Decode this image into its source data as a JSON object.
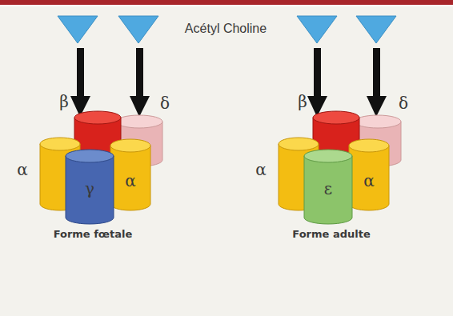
{
  "diagram": {
    "labels": [
      "Acétyl Choline",
      "β",
      "δ",
      "α",
      "γ",
      "α",
      "Forme fœtale",
      "β",
      "δ",
      "α",
      "ε",
      "α",
      "Forme adulte"
    ]
  }
}
